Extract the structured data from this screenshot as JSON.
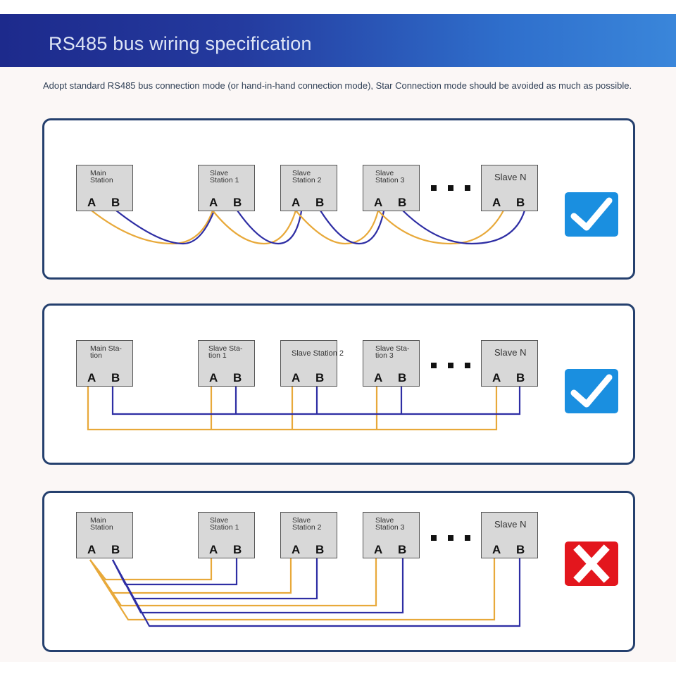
{
  "header": {
    "title": "RS485 bus wiring specification",
    "colors": {
      "gradient_start": "#1d2a8c",
      "gradient_end": "#3a86da"
    }
  },
  "intro_text": "Adopt standard RS485 bus connection mode (or hand-in-hand connection mode), Star Connection mode should be avoided as much as possible.",
  "colors": {
    "wire_a": "#e8a93a",
    "wire_b": "#2e2ea4",
    "panel_border": "#25406e",
    "ok": "#1a8fe0",
    "bad": "#e3161d"
  },
  "panels": [
    {
      "verdict": "check-icon",
      "stations": [
        {
          "label": "Main\nStation",
          "a": "A",
          "b": "B"
        },
        {
          "label": "Slave\nStation 1",
          "a": "A",
          "b": "B"
        },
        {
          "label": "Slave\nStation 2",
          "a": "A",
          "b": "B"
        },
        {
          "label": "Slave\nStation 3",
          "a": "A",
          "b": "B"
        },
        {
          "label": "Slave N",
          "a": "A",
          "b": "B"
        }
      ]
    },
    {
      "verdict": "check-icon",
      "stations": [
        {
          "label": "Main Sta-\ntion",
          "a": "A",
          "b": "B"
        },
        {
          "label": "Slave Sta-\ntion 1",
          "a": "A",
          "b": "B"
        },
        {
          "label": "Slave Station 2",
          "a": "A",
          "b": "B"
        },
        {
          "label": "Slave Sta-\ntion 3",
          "a": "A",
          "b": "B"
        },
        {
          "label": "Slave N",
          "a": "A",
          "b": "B"
        }
      ]
    },
    {
      "verdict": "cross-icon",
      "stations": [
        {
          "label": "Main\nStation",
          "a": "A",
          "b": "B"
        },
        {
          "label": "Slave\nStation 1",
          "a": "A",
          "b": "B"
        },
        {
          "label": "Slave\nStation 2",
          "a": "A",
          "b": "B"
        },
        {
          "label": "Slave\nStation 3",
          "a": "A",
          "b": "B"
        },
        {
          "label": "Slave N",
          "a": "A",
          "b": "B"
        }
      ]
    }
  ]
}
